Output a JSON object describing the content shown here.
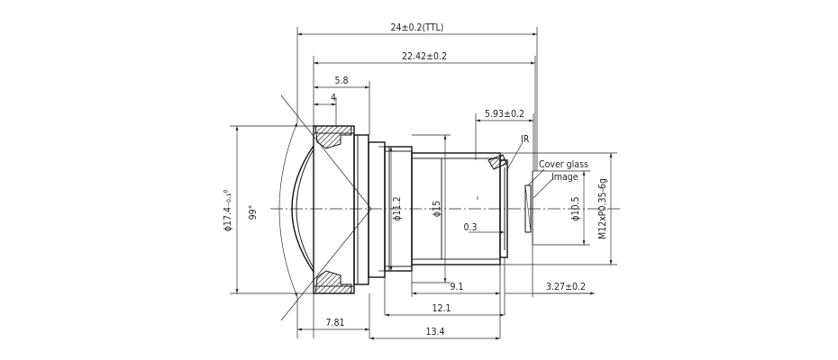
{
  "labels": {
    "ttl": "24±0.2(TTL)",
    "d2242": "22.42±0.2",
    "d58": "5.8",
    "d4": "4",
    "d593": "5.93±0.2",
    "ir": "IR",
    "cover_glass": "Cover glass",
    "image": "Image",
    "fov": "99°",
    "dia174": "ϕ17.4₋₀.₁⁰",
    "dia112": "ϕ11.2",
    "dia15": "ϕ15",
    "dia105": "ϕ10.5",
    "d03": "0.3",
    "thread": "M12xP0.35-6g",
    "d91": "9.1",
    "d327": "3.27±0.2",
    "d121": "12.1",
    "d781": "7.81",
    "d134": "13.4"
  }
}
